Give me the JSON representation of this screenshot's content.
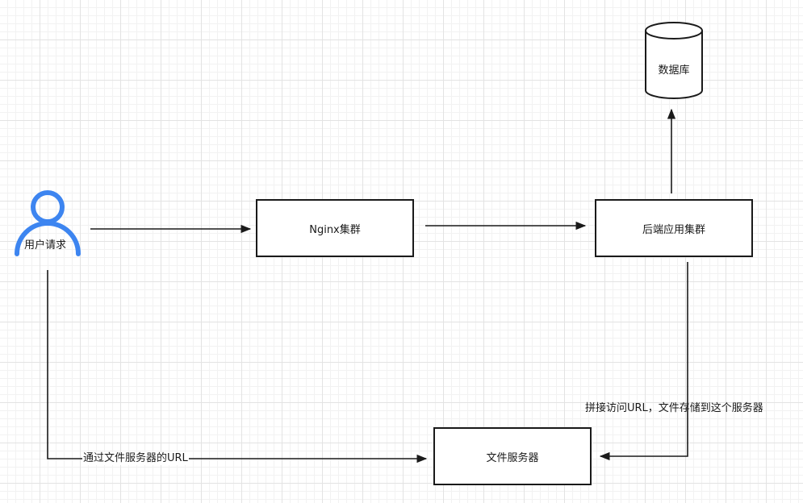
{
  "diagram": {
    "user_label": "用户请求",
    "nginx_label": "Nginx集群",
    "backend_label": "后端应用集群",
    "database_label": "数据库",
    "file_server_label": "文件服务器",
    "edge_backend_to_file_label": "拼接访问URL，文件存储到这个服务器",
    "edge_user_to_file_label": "通过文件服务器的URL"
  },
  "colors": {
    "user_icon": "#3d85f0",
    "stroke": "#1a1a1a",
    "grid": "#e3e3e3"
  },
  "icons": {
    "user": "user-icon",
    "database": "database-cylinder-icon"
  }
}
